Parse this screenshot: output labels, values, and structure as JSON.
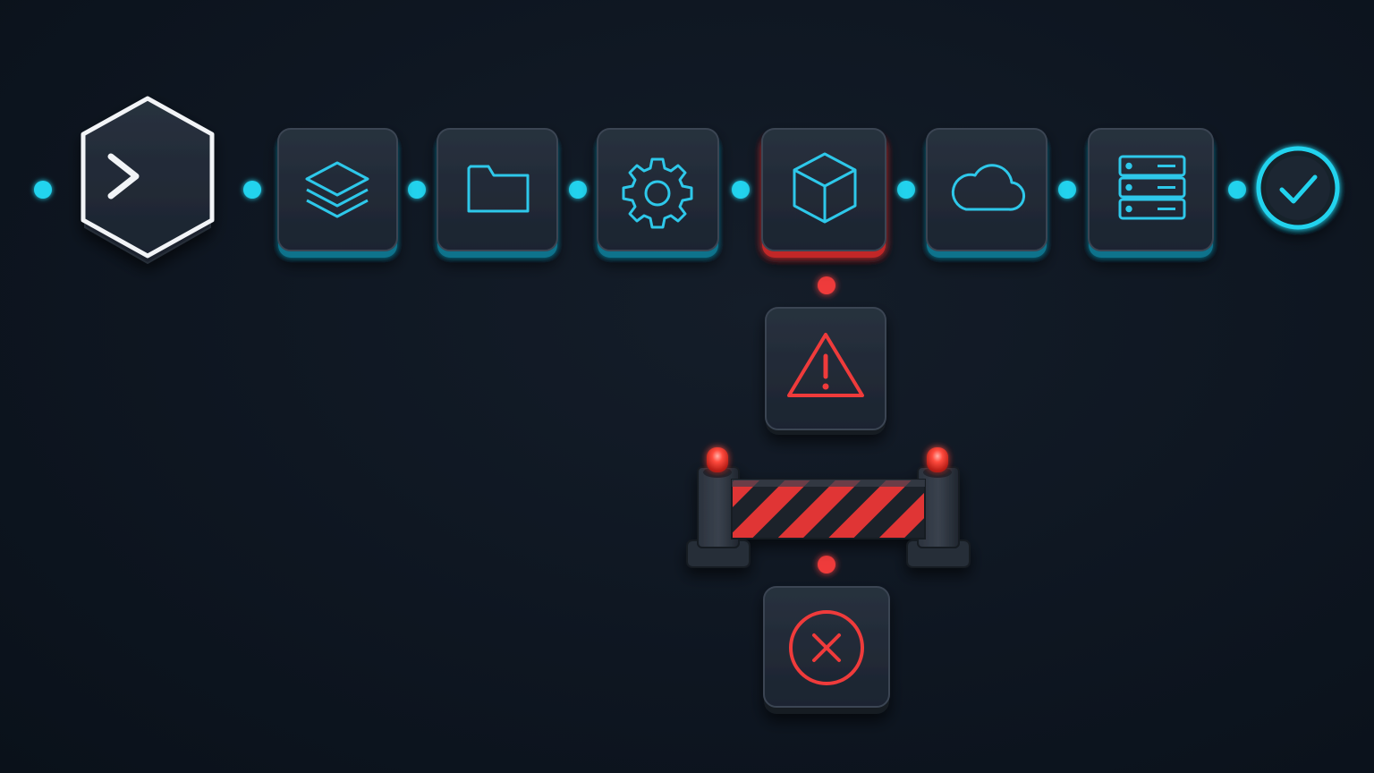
{
  "colors": {
    "background": "#0e1621",
    "tile": "#1e2733",
    "tile_border": "#3a4452",
    "success_accent": "#22d3ee",
    "failure_accent": "#ef3b3b",
    "terminal_cursor": "#22c55e",
    "start_outline": "#f2f4f7"
  },
  "pipeline": {
    "start_icon": "terminal-prompt-icon",
    "stages": [
      {
        "icon": "layers-icon",
        "status": "success"
      },
      {
        "icon": "folder-icon",
        "status": "success"
      },
      {
        "icon": "gear-icon",
        "status": "success"
      },
      {
        "icon": "cube-icon",
        "status": "failed"
      },
      {
        "icon": "cloud-icon",
        "status": "success"
      },
      {
        "icon": "server-icon",
        "status": "success"
      }
    ],
    "end_icon": "check-circle-icon"
  },
  "failure_branch": {
    "warning_icon": "warning-triangle-icon",
    "blocker_icon": "barrier-icon",
    "result_icon": "x-circle-icon"
  }
}
